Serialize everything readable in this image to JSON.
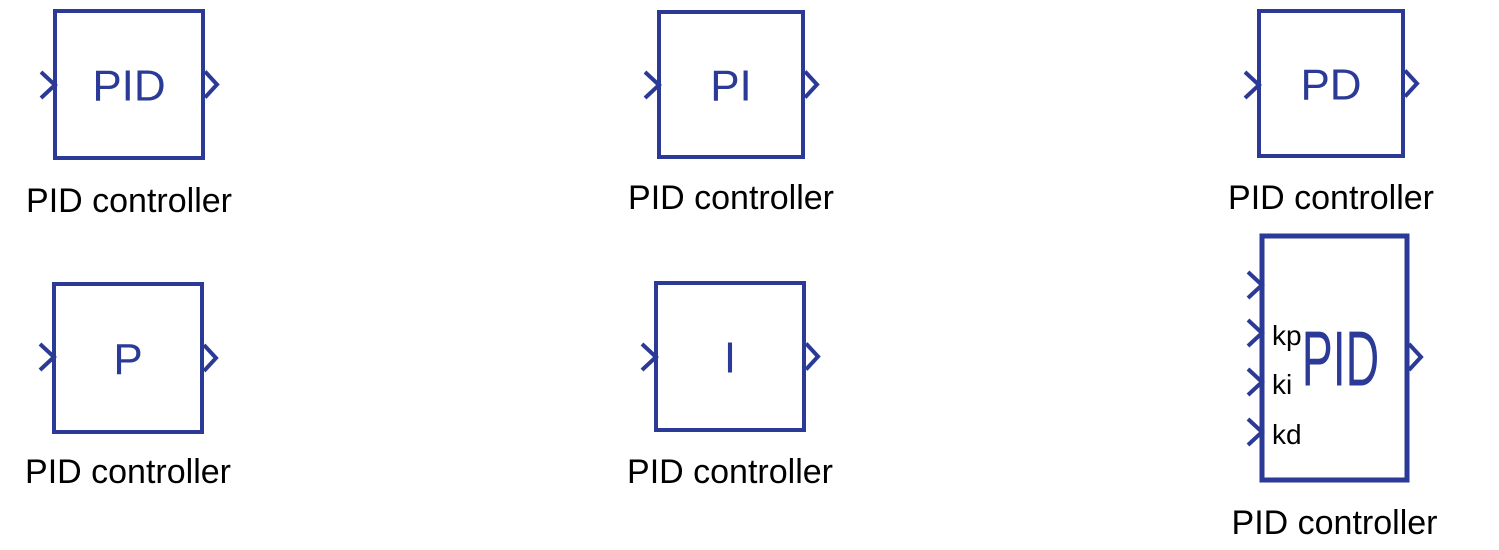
{
  "colors": {
    "block": "#2b3a96",
    "caption": "#000000"
  },
  "blocks": [
    {
      "id": "pid",
      "text": "PID",
      "caption": "PID controller"
    },
    {
      "id": "pi",
      "text": "PI",
      "caption": "PID controller"
    },
    {
      "id": "pd",
      "text": "PD",
      "caption": "PID controller"
    },
    {
      "id": "p",
      "text": "P",
      "caption": "PID controller"
    },
    {
      "id": "i",
      "text": "I",
      "caption": "PID controller"
    },
    {
      "id": "pid-external",
      "text": "PID",
      "caption": "PID controller",
      "input_labels": [
        "",
        "kp",
        "ki",
        "kd"
      ]
    }
  ]
}
